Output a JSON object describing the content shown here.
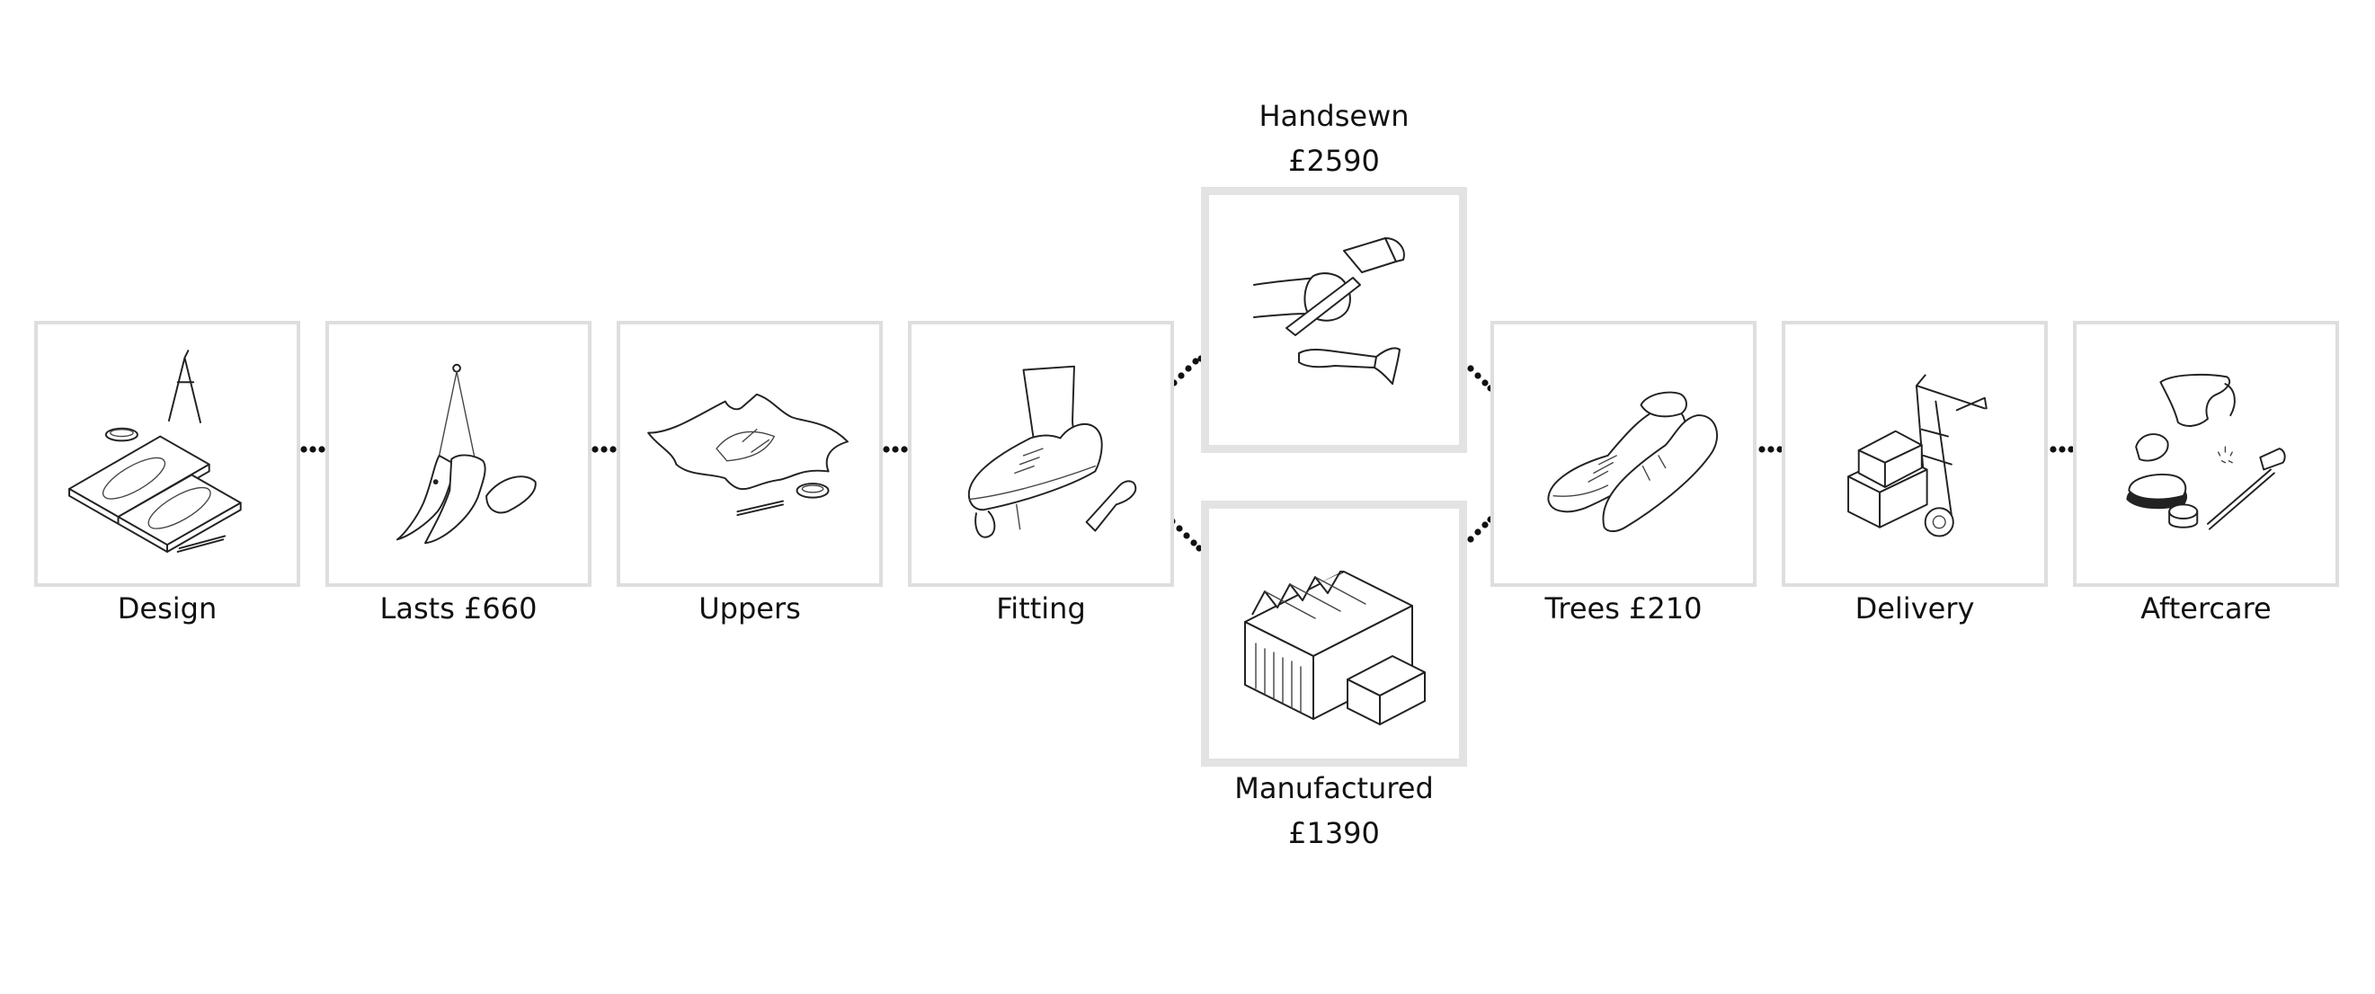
{
  "steps": {
    "design": {
      "label": "Design",
      "icon": "pattern-design-icon"
    },
    "lasts": {
      "label": "Lasts £660",
      "icon": "shoe-last-icon"
    },
    "uppers": {
      "label": "Uppers",
      "icon": "leather-upper-icon"
    },
    "fitting": {
      "label": "Fitting",
      "icon": "fitting-shoe-icon"
    },
    "handsewn": {
      "label_line1": "Handsewn",
      "label_line2": "£2590",
      "icon": "hammer-hand-icon"
    },
    "manufactured": {
      "label_line1": "Manufactured",
      "label_line2": "£1390",
      "icon": "factory-icon"
    },
    "trees": {
      "label": "Trees £210",
      "icon": "shoe-tree-icon"
    },
    "delivery": {
      "label": "Delivery",
      "icon": "hand-truck-icon"
    },
    "aftercare": {
      "label": "Aftercare",
      "icon": "shoe-care-icon"
    }
  },
  "colors": {
    "box_border": "#dedede",
    "connector_dot": "#111111",
    "text": "#111111"
  }
}
